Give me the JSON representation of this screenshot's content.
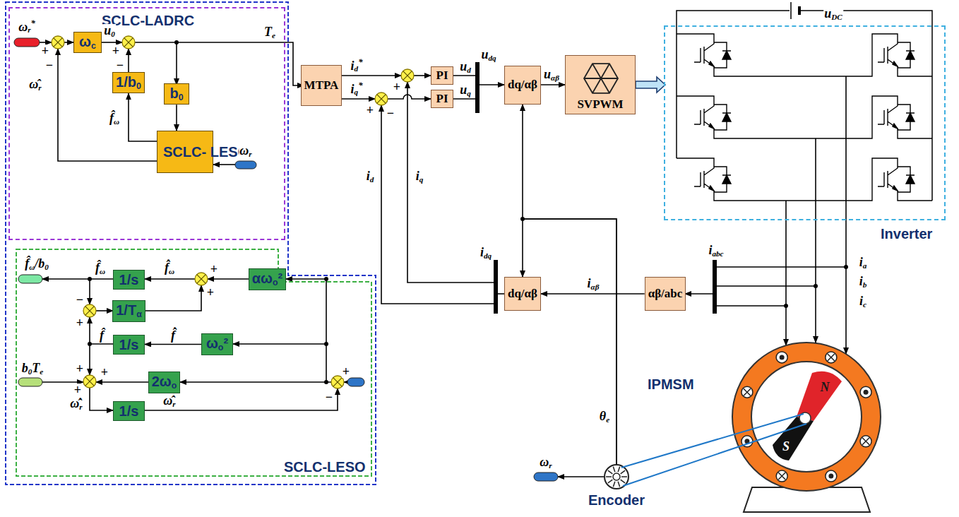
{
  "diagram": {
    "nodes": [
      {
        "text": [
          "SCLC-LADRC"
        ]
      },
      {
        "text": [
          "ωc"
        ],
        "in": 0
      },
      {
        "text": [
          "1/b0"
        ],
        "in": 0
      },
      {
        "text": [
          "b0"
        ],
        "in": 0
      },
      {
        "text": [
          "SCLC- LESO"
        ],
        "in": 0
      },
      {
        "text": [
          "SCLC-LESO"
        ]
      },
      {
        "text": [
          "1/s"
        ],
        "in": 5
      },
      {
        "text": [
          "αωo²"
        ],
        "in": 5
      },
      {
        "text": [
          "1/Tα"
        ],
        "in": 5
      },
      {
        "text": [
          "1/s"
        ],
        "in": 5
      },
      {
        "text": [
          "ωo²"
        ],
        "in": 5
      },
      {
        "text": [
          "2ωo"
        ],
        "in": 5
      },
      {
        "text": [
          "1/s"
        ],
        "in": 5
      },
      {
        "text": [
          "MTPA"
        ]
      },
      {
        "text": [
          "PI"
        ]
      },
      {
        "text": [
          "PI"
        ]
      },
      {
        "text": [
          "dq/αβ"
        ]
      },
      {
        "text": [
          "SVPWM"
        ]
      },
      {
        "text": [
          "dq/αβ"
        ]
      },
      {
        "text": [
          "αβ/abc"
        ]
      },
      {
        "text": [
          "Inverter"
        ]
      },
      {
        "text": [
          "IPMSM"
        ]
      },
      {
        "text": [
          "Encoder"
        ]
      }
    ],
    "edges": [
      {
        "from": 3,
        "to": 4,
        "arrow": "to"
      },
      {
        "from": 4,
        "to": 2,
        "arrow": "to"
      },
      {
        "from": 10,
        "to": 9,
        "arrow": "to"
      },
      {
        "from": 16,
        "to": 17,
        "label": "uαβ",
        "arrow": "to"
      },
      {
        "from": 17,
        "to": 20,
        "arrow": "to"
      },
      {
        "from": 19,
        "to": 18,
        "label": "iαβ",
        "arrow": "to"
      },
      {
        "from": 22,
        "to": 16,
        "arrow": "to"
      },
      {
        "from": 22,
        "to": 18,
        "arrow": "to"
      },
      {
        "from": 20,
        "to": 21,
        "arrow": "to"
      }
    ],
    "labels": [
      "ωr*",
      "+",
      "−",
      "ω̂r",
      "u0",
      "+",
      "−",
      "Te",
      "f̂ω",
      "ωr",
      "f̂ω/b0",
      "f̂ω",
      "f̂̇ω",
      "+",
      "+",
      "−",
      "+",
      "f̂",
      "f̂̇",
      "+",
      "+",
      "+",
      "b0Te",
      "ω̂̇r",
      "ω̂r",
      "+",
      "−",
      "id*",
      "iq*",
      "+",
      "+",
      "−",
      "ud",
      "uq",
      "udq",
      "id",
      "iq",
      "idq",
      "iabc",
      "ia",
      "ib",
      "ic",
      "uDC",
      "θe",
      "ωr",
      "N",
      "S"
    ]
  }
}
